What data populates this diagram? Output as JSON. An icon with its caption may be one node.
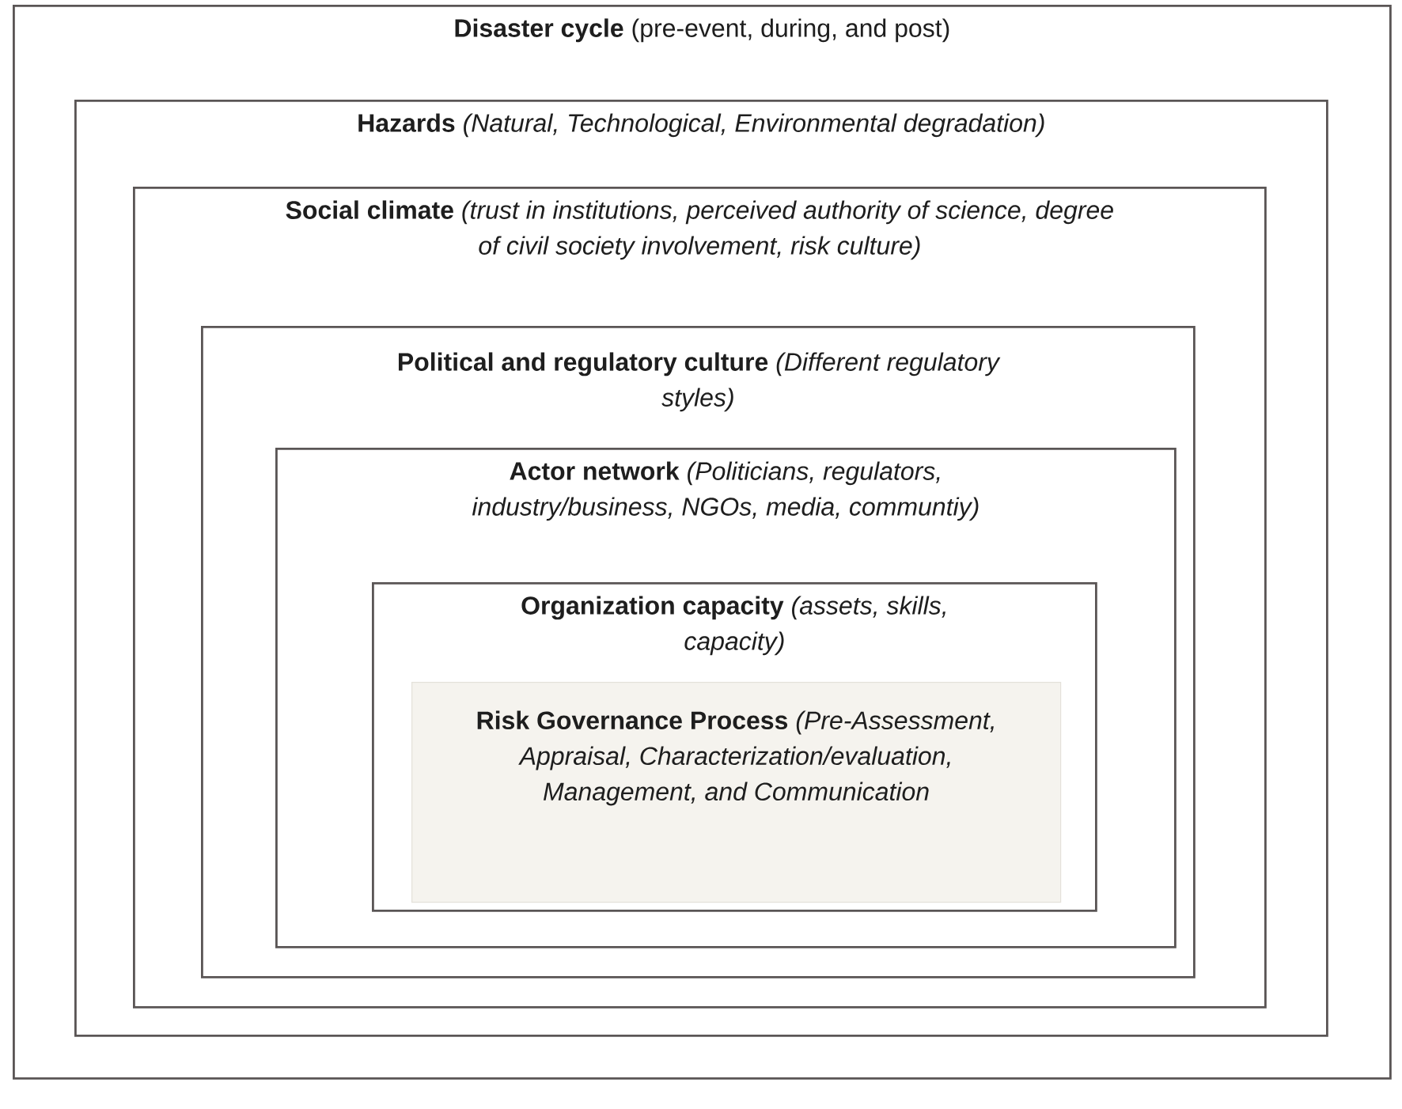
{
  "diagram": {
    "nodes": [
      {
        "text": [
          "**Disaster cycle** (pre-event, during, and post)"
        ]
      },
      {
        "text": [
          "**Hazards** *(Natural, Technological, Environmental degradation)*"
        ],
        "in": 0
      },
      {
        "text": [
          "**Social climate** *(trust in institutions, perceived authority of science, degree of civil society involvement, risk culture)*"
        ],
        "in": 1
      },
      {
        "text": [
          "**Political and regulatory culture** *(Different regulatory styles)*"
        ],
        "in": 2
      },
      {
        "text": [
          "**Actor network** *(Politicians, regulators, industry/business, NGOs, media, communtiy)*"
        ],
        "in": 3
      },
      {
        "text": [
          "**Organization capacity** *(assets, skills, capacity)*"
        ],
        "in": 4
      },
      {
        "text": [
          "**Risk Governance Process** *(Pre-Assessment, Appraisal, Characterization/evaluation, Management, and Communication*"
        ],
        "in": 5
      }
    ]
  }
}
